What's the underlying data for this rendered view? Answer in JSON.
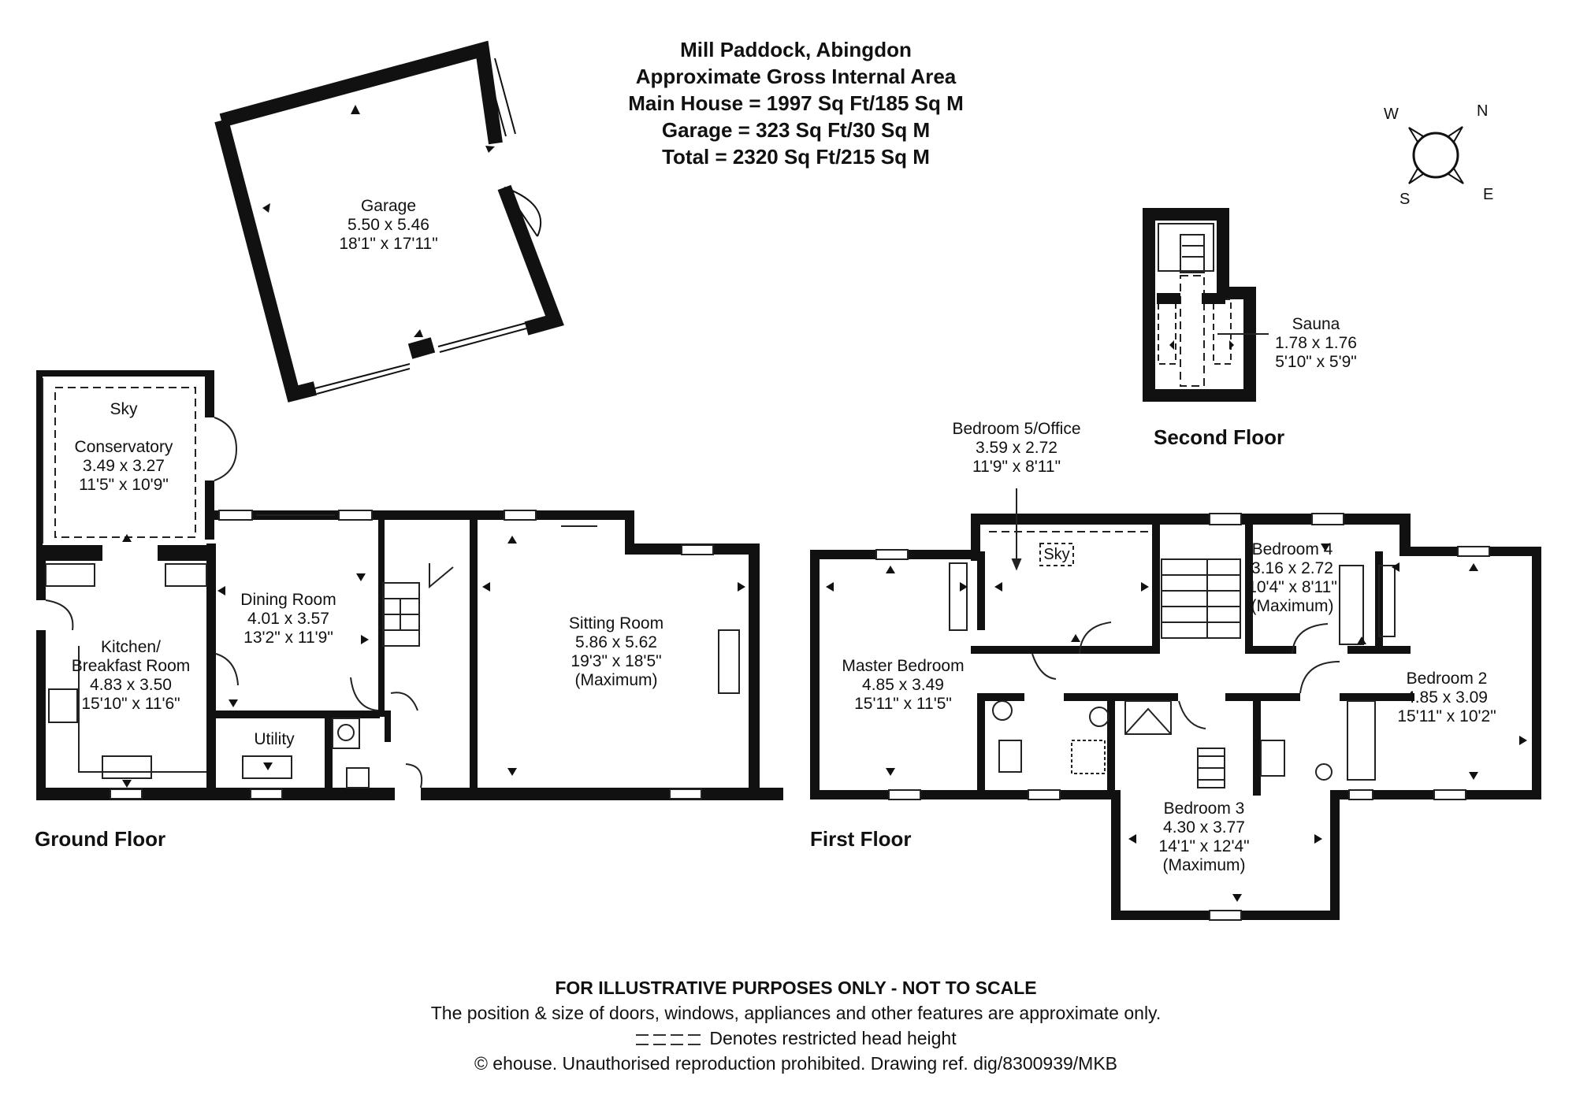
{
  "header": {
    "property": "Mill Paddock, Abingdon",
    "area_heading": "Approximate Gross Internal Area",
    "main_house": "Main House = 1997 Sq Ft/185 Sq M",
    "garage": "Garage = 323 Sq Ft/30 Sq M",
    "total": "Total = 2320 Sq Ft/215 Sq M"
  },
  "compass": {
    "north": "N",
    "east": "E",
    "south": "S",
    "west": "W"
  },
  "floors": {
    "ground": "Ground Floor",
    "first": "First Floor",
    "second": "Second Floor"
  },
  "rooms": {
    "garage": {
      "name": "Garage",
      "metric": "5.50 x 5.46",
      "imperial": "18'1\" x 17'11\""
    },
    "conservatory": {
      "sky": "Sky",
      "name": "Conservatory",
      "metric": "3.49 x 3.27",
      "imperial": "11'5\" x 10'9\""
    },
    "dining": {
      "name": "Dining Room",
      "metric": "4.01 x 3.57",
      "imperial": "13'2\" x 11'9\""
    },
    "kitchen": {
      "name1": "Kitchen/",
      "name2": "Breakfast Room",
      "metric": "4.83 x 3.50",
      "imperial": "15'10\" x 11'6\""
    },
    "utility": {
      "name": "Utility"
    },
    "sitting": {
      "name": "Sitting Room",
      "metric": "5.86 x 5.62",
      "imperial": "19'3\" x 18'5\"",
      "note": "(Maximum)"
    },
    "sauna": {
      "name": "Sauna",
      "metric": "1.78 x 1.76",
      "imperial": "5'10\" x 5'9\""
    },
    "bedroom5": {
      "name": "Bedroom 5/Office",
      "metric": "3.59 x 2.72",
      "imperial": "11'9\" x 8'11\"",
      "sky": "Sky"
    },
    "master": {
      "name": "Master Bedroom",
      "metric": "4.85 x 3.49",
      "imperial": "15'11\" x 11'5\""
    },
    "bedroom4": {
      "name": "Bedroom 4",
      "metric": "3.16 x 2.72",
      "imperial": "10'4\" x 8'11\"",
      "note": "(Maximum)"
    },
    "bedroom2": {
      "name": "Bedroom 2",
      "metric": "4.85 x 3.09",
      "imperial": "15'11\" x 10'2\""
    },
    "bedroom3": {
      "name": "Bedroom 3",
      "metric": "4.30 x 3.77",
      "imperial": "14'1\" x 12'4\"",
      "note": "(Maximum)"
    }
  },
  "footer": {
    "disclaimer": "FOR ILLUSTRATIVE PURPOSES ONLY - NOT TO SCALE",
    "note": "The position & size of doors, windows, appliances and other features are approximate only.",
    "legend": "Denotes restricted head height",
    "copyright": "© ehouse. Unauthorised reproduction prohibited. Drawing ref. dig/8300939/MKB"
  },
  "colors": {
    "wall": "#111111",
    "background": "#ffffff",
    "line": "#333333"
  }
}
